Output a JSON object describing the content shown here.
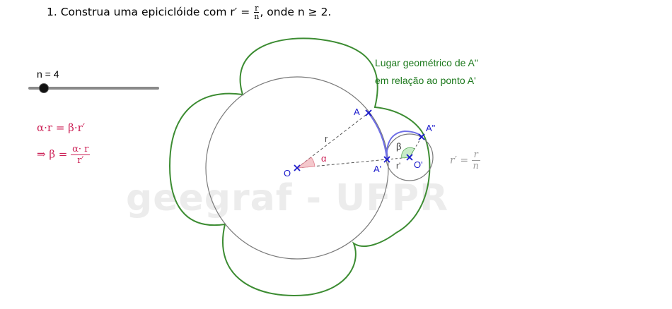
{
  "exercise": {
    "prefix": "1. Construa uma epiciclóide com r′ =",
    "frac_num": "r",
    "frac_den": "n",
    "suffix": ", onde n ≥ 2."
  },
  "slider": {
    "label": "n = 4",
    "value": 4
  },
  "formulas": {
    "relation": "α·r = β·r′",
    "implies": "⇒ β =",
    "num": "α· r",
    "den": "r′"
  },
  "locus": {
    "line1": "Lugar geométrico de A\"",
    "line2": "em relação ao ponto A'"
  },
  "rprime_formula": {
    "lhs": "r′ =",
    "num": "r",
    "den": "n"
  },
  "watermark": "geegraf - UFPR",
  "points": {
    "O": "O",
    "A": "A",
    "A_prime": "A'",
    "A_double": "A\"",
    "O_prime": "O'",
    "r": "r",
    "r_prime": "r'",
    "alpha": "α",
    "beta": "β"
  },
  "colors": {
    "epicycloid": "#3c8c32",
    "circle": "#7a7a7a",
    "arc": "#6e6ee6",
    "point": "#1a1acc",
    "alpha_sector": "#f4c8cc",
    "beta_sector": "#c8ecc8",
    "formula": "#cc1f55"
  }
}
